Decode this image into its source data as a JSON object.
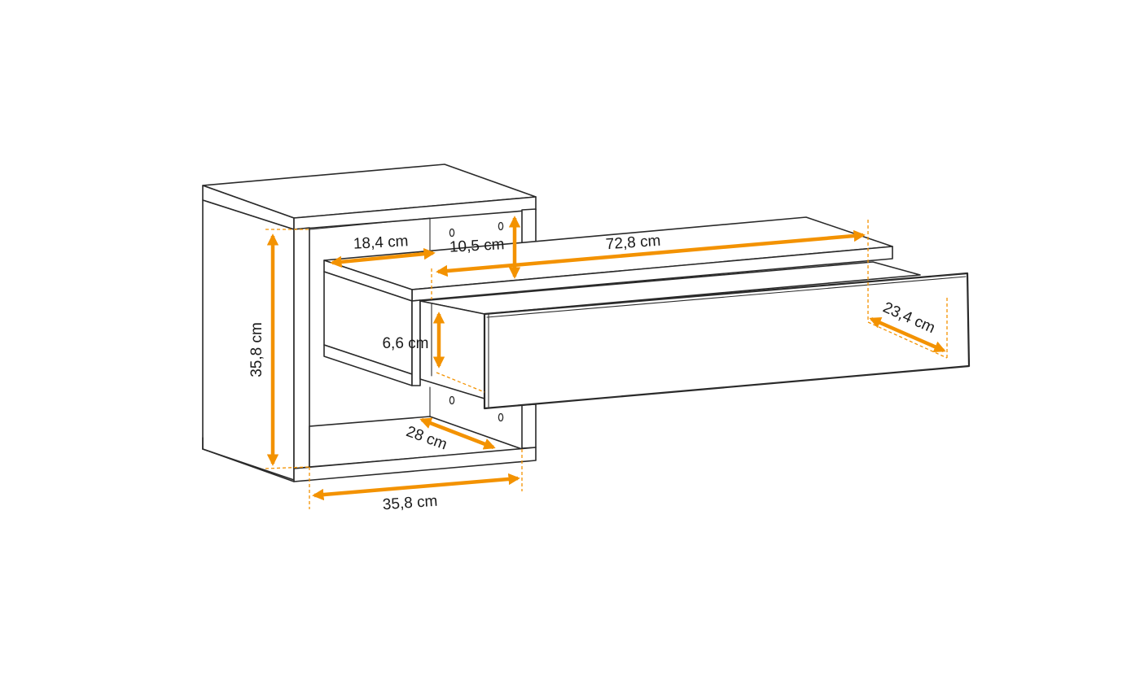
{
  "colors": {
    "dimension": "#f39200",
    "outline": "#2a2a2a",
    "background": "#ffffff"
  },
  "dimensions": {
    "cabinet_height": "35,8 cm",
    "cabinet_width": "35,8 cm",
    "cabinet_depth": "28 cm",
    "inner_shelf_width": "18,4 cm",
    "compartment_height": "10,5 cm",
    "drawer_height": "6,6 cm",
    "drawer_length": "72,8 cm",
    "drawer_depth": "23,4 cm"
  }
}
